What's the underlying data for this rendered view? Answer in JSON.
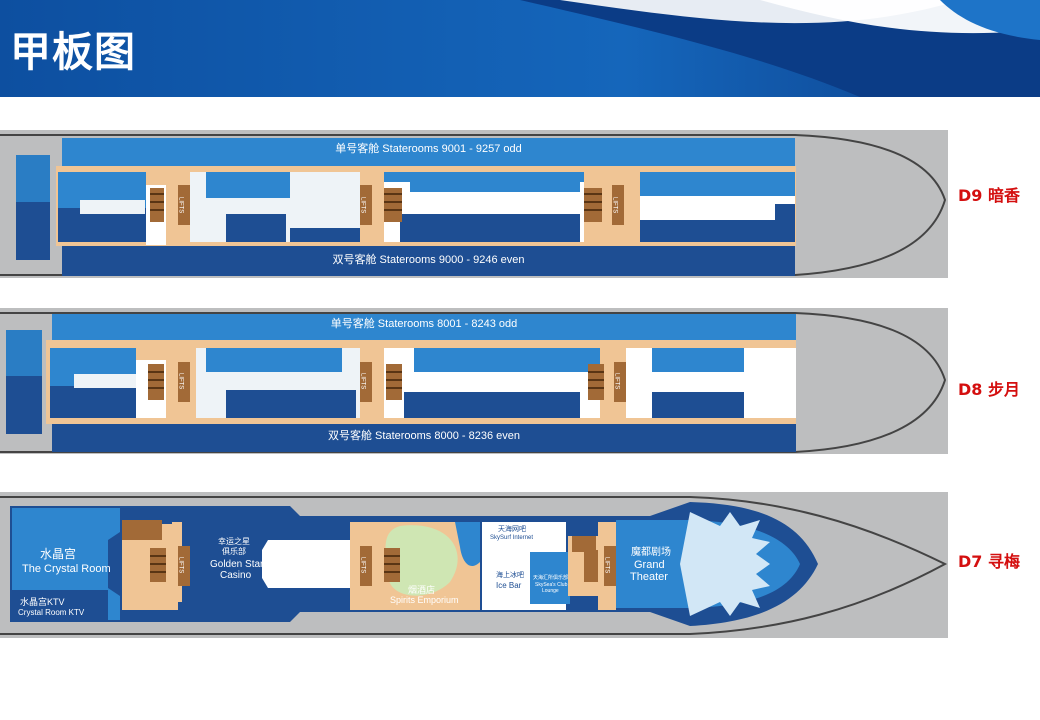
{
  "page": {
    "title": "甲板图"
  },
  "decks": [
    {
      "id": "D9",
      "label": "D9 暗香",
      "odd_band": "单号客舱 Staterooms 9001 - 9257 odd",
      "even_band": "双号客舱 Staterooms 9000 - 9246 even",
      "lifts": [
        "LIFTS",
        "LIFTS",
        "LIFTS"
      ]
    },
    {
      "id": "D8",
      "label": "D8 步月",
      "odd_band": "单号客舱 Staterooms 8001 - 8243 odd",
      "even_band": "双号客舱 Staterooms 8000 - 8236 even",
      "lifts": [
        "LIFTS",
        "LIFTS",
        "LIFTS"
      ]
    },
    {
      "id": "D7",
      "label": "D7 寻梅",
      "lifts": [
        "LIFTS",
        "LIFTS",
        "LIFTS"
      ],
      "venues": {
        "crystal_room_cn": "水晶宫",
        "crystal_room_en": "The Crystal Room",
        "ktv_cn": "水晶宫KTV",
        "ktv_en": "Crystal Room KTV",
        "casino_cn1": "幸运之星",
        "casino_cn2": "俱乐部",
        "casino_en1": "Golden Star",
        "casino_en2": "Casino",
        "spirits_cn": "烟酒店",
        "spirits_en": "Spirits Emporium",
        "internet_cn": "天海网吧",
        "internet_en": "SkySurf Internet",
        "icebar_cn": "海上冰吧",
        "icebar_en": "Ice Bar",
        "club_cn": "天海汇所俱乐部",
        "club_en1": "SkySea's Club",
        "club_en2": "Lounge",
        "theater_cn": "魔都剧场",
        "theater_en1": "Grand",
        "theater_en2": "Theater"
      }
    }
  ]
}
